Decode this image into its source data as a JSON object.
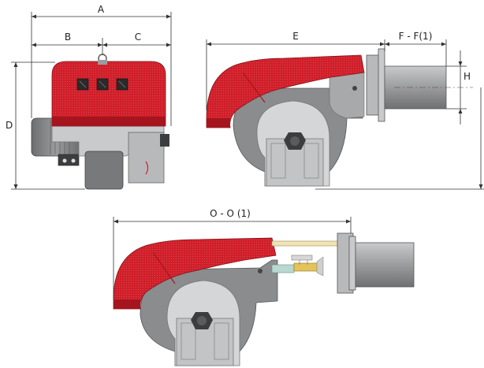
{
  "dimension_labels": {
    "a": "A",
    "b": "B",
    "c": "C",
    "d": "D",
    "e": "E",
    "f": "F - F(1)",
    "h": "H",
    "o": "O - O (1)"
  },
  "colors": {
    "housing_red": "#d01f2a",
    "housing_red_dark": "#a5151e",
    "body_gray": "#8a8c8e",
    "body_gray_light": "#c9cacc",
    "body_gray_dark": "#5f6163",
    "tube_gray": "#9b9c9e"
  }
}
